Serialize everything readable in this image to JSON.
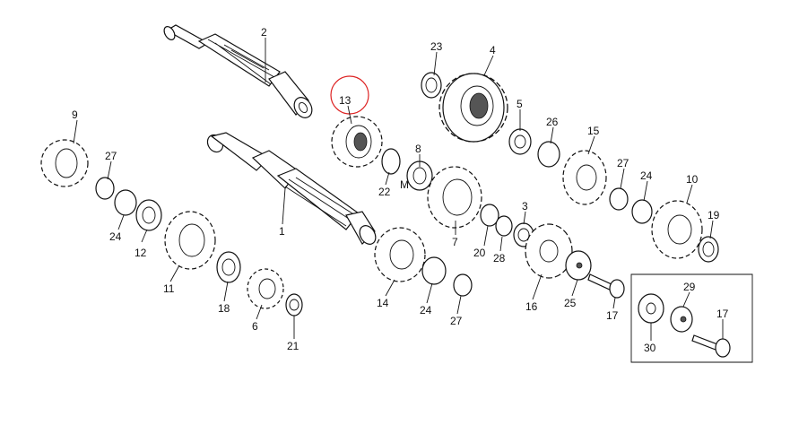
{
  "highlight_color": "#d22222",
  "labels": {
    "p1": "1",
    "p2": "2",
    "p3": "3",
    "p4": "4",
    "p5": "5",
    "p6": "6",
    "p7": "7",
    "p8": "8",
    "p9": "9",
    "p10": "10",
    "p11": "11",
    "p12": "12",
    "p13": "13",
    "p14": "14",
    "p15": "15",
    "p16": "16",
    "p17a": "17",
    "p17b": "17",
    "p18": "18",
    "p19": "19",
    "p20": "20",
    "p21": "21",
    "p22": "22",
    "p23": "23",
    "p24a": "24",
    "p24b": "24",
    "p24c": "24",
    "p25": "25",
    "p26": "26",
    "p27a": "27",
    "p27b": "27",
    "p27c": "27",
    "p28": "28",
    "p29": "29",
    "p30": "30"
  },
  "watermark": "M"
}
